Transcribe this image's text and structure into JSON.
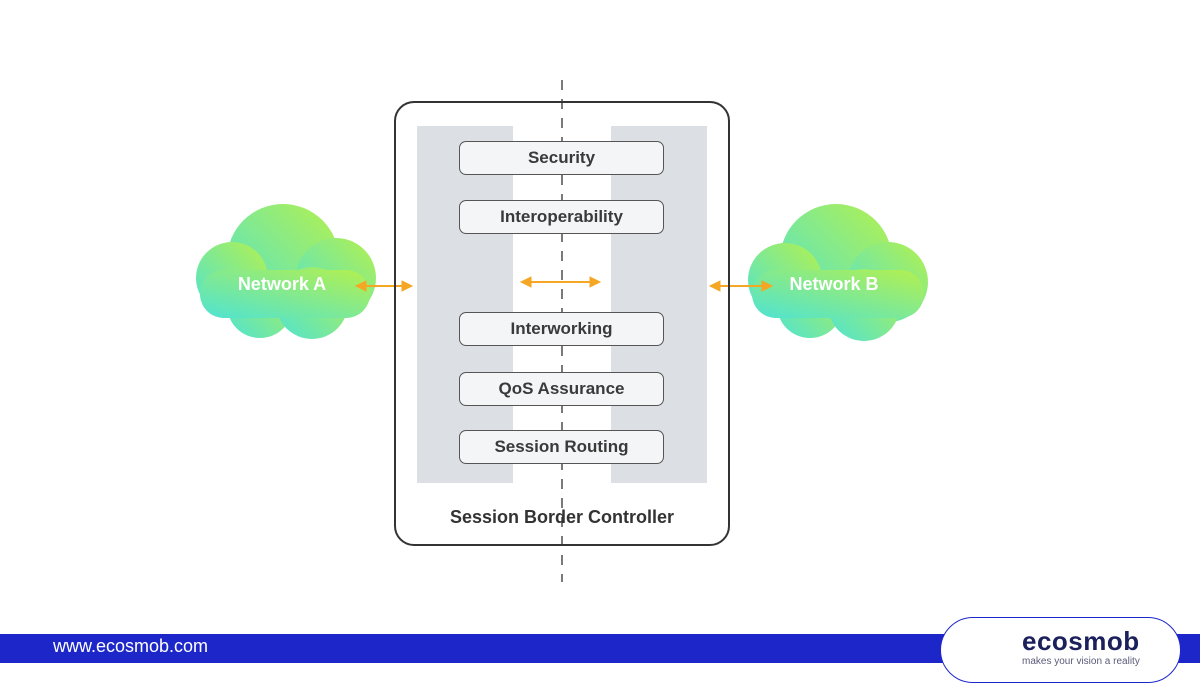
{
  "diagram": {
    "network_a": "Network A",
    "network_b": "Network B",
    "sbc_title": "Session Border Controller",
    "functions": [
      "Security",
      "Interoperability",
      "Interworking",
      "QoS Assurance",
      "Session Routing"
    ]
  },
  "footer": {
    "url": "www.ecosmob.com",
    "logo_name": "ecosmob",
    "logo_tagline": "makes your vision a reality"
  },
  "colors": {
    "arrow": "#f5a623",
    "cloud_start": "#b4f04e",
    "cloud_end": "#4fe3d3",
    "footer_bar": "#1d27c9",
    "column_fill": "#dce0e4"
  },
  "icons": [
    "cloud-icon",
    "double-arrow-icon",
    "ecosmob-logo-icon"
  ]
}
